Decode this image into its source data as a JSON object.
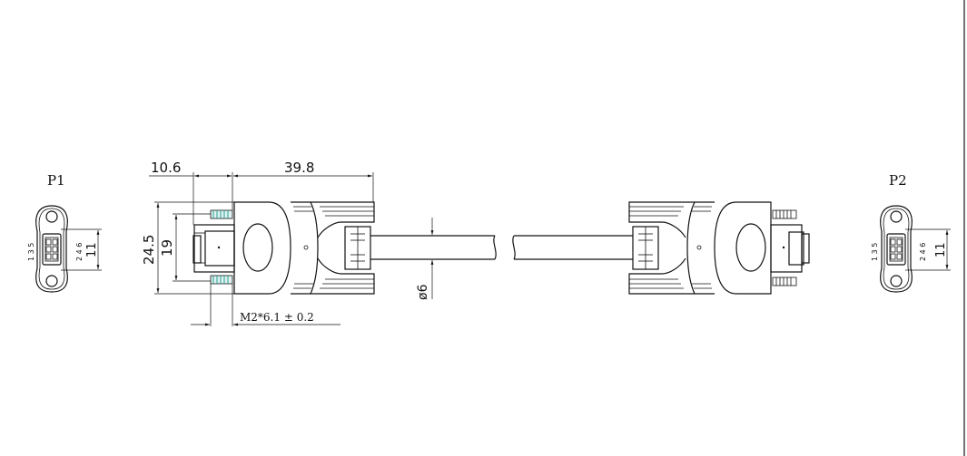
{
  "labels": {
    "p1": "P1",
    "p2": "P2"
  },
  "dimensions": {
    "overall_left": "10.6",
    "overall_length": "39.8",
    "height_outer": "24.5",
    "height_inner": "19",
    "cable_dia": "ø6",
    "screw": "M2*6.1 ± 0.2"
  },
  "pins": {
    "p1_odd": "1 3 5",
    "p1_even": "2 4 6",
    "p1_width": "11",
    "p2_odd": "1 3 5",
    "p2_even": "2 4 6",
    "p2_width": "11"
  },
  "colors": {
    "line": "#111111",
    "screw_accent": "#2e9c94",
    "frame_border": "#444444"
  }
}
